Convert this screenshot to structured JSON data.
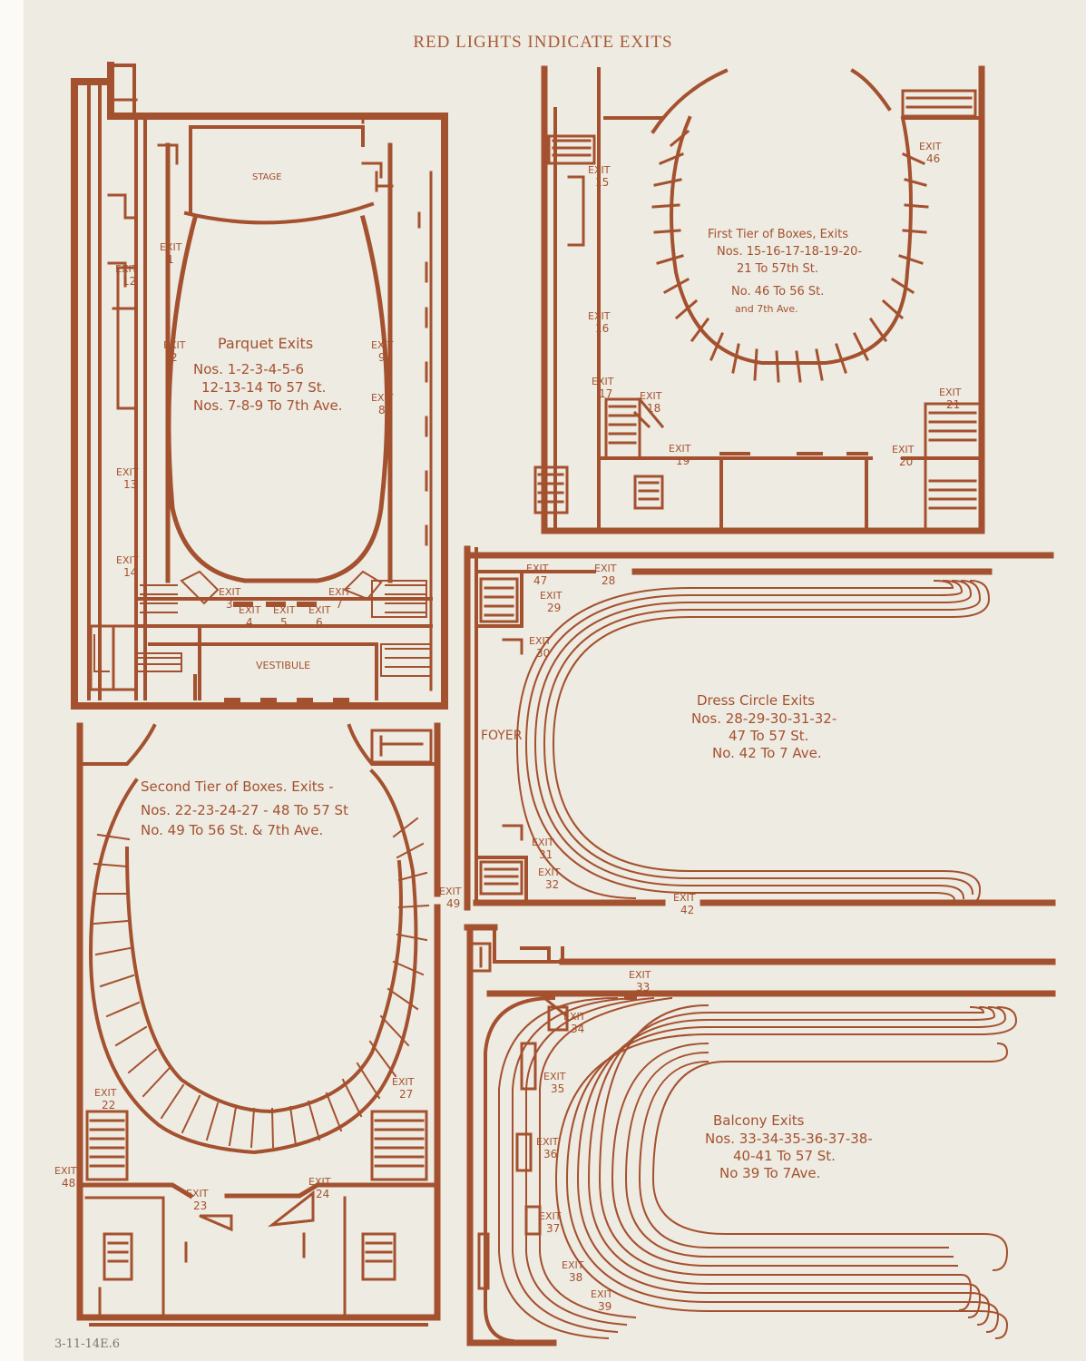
{
  "header": "RED LIGHTS INDICATE EXITS",
  "plans": {
    "parquet": {
      "title": "Parquet Exits",
      "lines": [
        "Nos. 1-2-3-4-5-6",
        "12-13-14 To 57 St.",
        "Nos. 7-8-9 To 7th Ave."
      ],
      "stage": "STAGE",
      "vestibule": "VESTIBULE"
    },
    "first_tier": {
      "lines": [
        "First Tier of Boxes, Exits",
        "Nos. 15-16-17-18-19-20-",
        "21 To 57th St.",
        "No. 46 To 56 St.",
        "and 7th Ave."
      ]
    },
    "dress_circle": {
      "title": "Dress Circle Exits",
      "lines": [
        "Nos. 28-29-30-31-32-",
        "47 To 57 St.",
        "No. 42 To 7 Ave."
      ],
      "foyer": "FOYER"
    },
    "second_tier": {
      "lines": [
        "Second Tier of Boxes. Exits -",
        "Nos. 22-23-24-27 - 48 To 57 St",
        "No. 49 To 56 St. & 7th Ave."
      ]
    },
    "balcony": {
      "title": "Balcony Exits",
      "lines": [
        "Nos. 33-34-35-36-37-38-",
        "40-41 To 57 St.",
        "No 39 To 7Ave."
      ]
    }
  },
  "exit_word": "EXIT",
  "exit_labels": [
    "1",
    "2",
    "3",
    "4",
    "5",
    "6",
    "7",
    "8",
    "9",
    "12",
    "13",
    "14",
    "15",
    "16",
    "17",
    "18",
    "19",
    "20",
    "21",
    "46",
    "47",
    "28",
    "29",
    "30",
    "31",
    "32",
    "42",
    "22",
    "27",
    "48",
    "23",
    "24",
    "49",
    "33",
    "34",
    "35",
    "36",
    "37",
    "38",
    "39"
  ],
  "footnote": "3-11-14E.6",
  "colors": {
    "ink": "#a4512f",
    "paper": "#eeebe2"
  }
}
